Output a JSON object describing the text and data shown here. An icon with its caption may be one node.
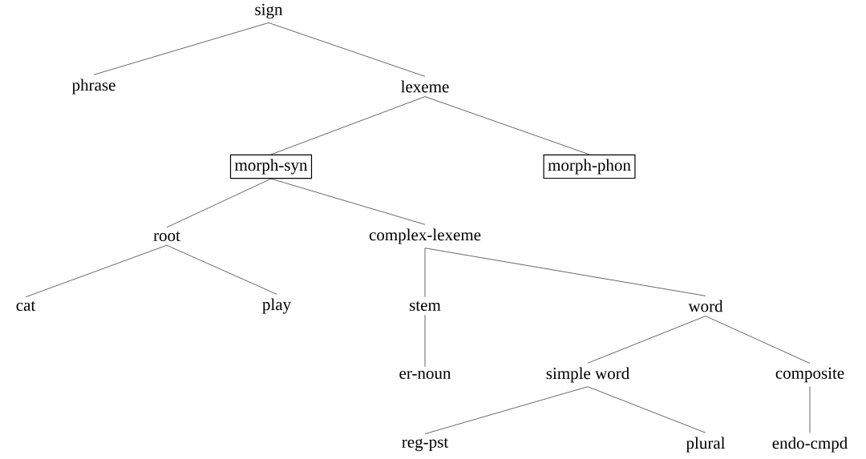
{
  "diagram": {
    "nodes": [
      {
        "text": [
          "sign"
        ]
      },
      {
        "text": [
          "phrase"
        ]
      },
      {
        "text": [
          "lexeme"
        ]
      },
      {
        "text": [
          "morph-syn"
        ]
      },
      {
        "text": [
          "morph-phon"
        ]
      },
      {
        "text": [
          "root"
        ]
      },
      {
        "text": [
          "complex-lexeme"
        ]
      },
      {
        "text": [
          "cat"
        ]
      },
      {
        "text": [
          "play"
        ]
      },
      {
        "text": [
          "stem"
        ]
      },
      {
        "text": [
          "word"
        ]
      },
      {
        "text": [
          "er-noun"
        ]
      },
      {
        "text": [
          "simple word"
        ]
      },
      {
        "text": [
          "composite"
        ]
      },
      {
        "text": [
          "reg-pst"
        ]
      },
      {
        "text": [
          "plural"
        ]
      },
      {
        "text": [
          "endo-cmpd"
        ]
      }
    ],
    "edges": [
      {
        "from": 0,
        "to": 1,
        "arrow": "none"
      },
      {
        "from": 0,
        "to": 2,
        "arrow": "none"
      },
      {
        "from": 2,
        "to": 3,
        "arrow": "none"
      },
      {
        "from": 2,
        "to": 4,
        "arrow": "none"
      },
      {
        "from": 3,
        "to": 5,
        "arrow": "none"
      },
      {
        "from": 3,
        "to": 6,
        "arrow": "none"
      },
      {
        "from": 5,
        "to": 7,
        "arrow": "none"
      },
      {
        "from": 5,
        "to": 8,
        "arrow": "none"
      },
      {
        "from": 6,
        "to": 9,
        "arrow": "none"
      },
      {
        "from": 6,
        "to": 10,
        "arrow": "none"
      },
      {
        "from": 9,
        "to": 11,
        "arrow": "none"
      },
      {
        "from": 10,
        "to": 12,
        "arrow": "none"
      },
      {
        "from": 10,
        "to": 13,
        "arrow": "none"
      },
      {
        "from": 12,
        "to": 14,
        "arrow": "none"
      },
      {
        "from": 12,
        "to": 15,
        "arrow": "none"
      },
      {
        "from": 13,
        "to": 16,
        "arrow": "none"
      }
    ]
  }
}
